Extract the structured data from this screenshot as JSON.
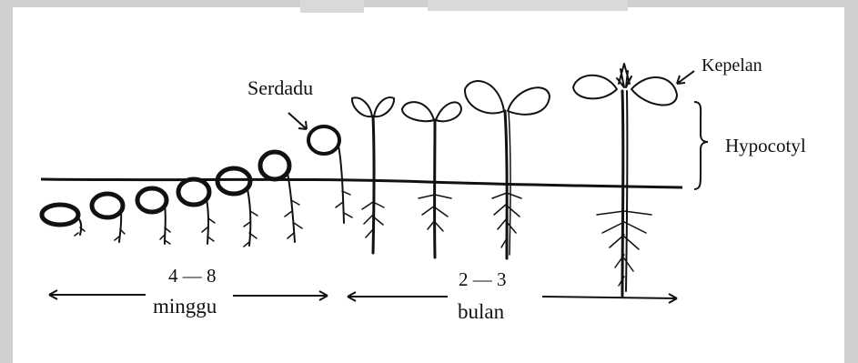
{
  "labels": {
    "soldier_stage": "Serdadu",
    "hook_stage": "Kepelan",
    "hypocotyl": "Hypocotyl"
  },
  "durations": [
    {
      "range": "4 — 8",
      "unit": "minggu"
    },
    {
      "range": "2 — 3",
      "unit": "bulan"
    }
  ],
  "colors": {
    "ink": "#111111",
    "background": "#ffffff",
    "watermark": "#c7c7c7"
  }
}
